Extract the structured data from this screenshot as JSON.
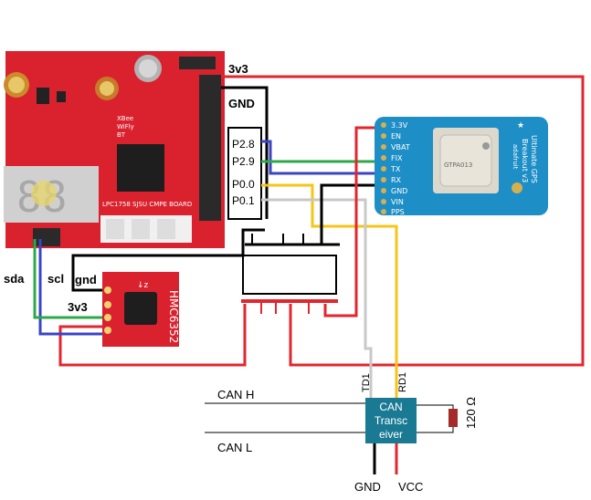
{
  "header_labels": {
    "v3v3_top": "3v3",
    "gnd_top": "GND"
  },
  "connector_pins": [
    "P2.8",
    "P2.9",
    "P0.0",
    "P0.1"
  ],
  "left_labels": {
    "sda": "sda",
    "scl": "scl",
    "gnd": "gnd",
    "v3v3": "3v3"
  },
  "mcu_board": {
    "silk_1": "XBee",
    "silk_2": "WiFly",
    "silk_3": "BT",
    "silk_4": "LPC1758 SJSU CMPE BOARD",
    "display_digits": "88"
  },
  "compass": {
    "label": "HMC6352",
    "axis": "↓z"
  },
  "gps": {
    "title_1": "Ultimate GPS",
    "title_2": "Breakout v3",
    "brand": "adafruit",
    "module": "GTPA013",
    "pins": [
      "3.3V",
      "EN",
      "VBAT",
      "FIX",
      "TX",
      "RX",
      "GND",
      "VIN",
      "PPS"
    ]
  },
  "can": {
    "line_1": "CAN",
    "line_2": "Transc",
    "line_3": "eiver",
    "td": "TD1",
    "rd": "RD1",
    "can_h": "CAN H",
    "can_l": "CAN L",
    "gnd": "GND",
    "vcc": "VCC",
    "resistor": "120 Ω"
  },
  "colors": {
    "red_wire": "#e3262e",
    "black_wire": "#000000",
    "blue_wire": "#3b44c4",
    "green_wire": "#2ea84a",
    "yellow_wire": "#f5c518",
    "gray_wire": "#c8c8c8",
    "board_red": "#d9222e",
    "gps_blue": "#1e8ec7",
    "can_box": "#1a7a93"
  }
}
